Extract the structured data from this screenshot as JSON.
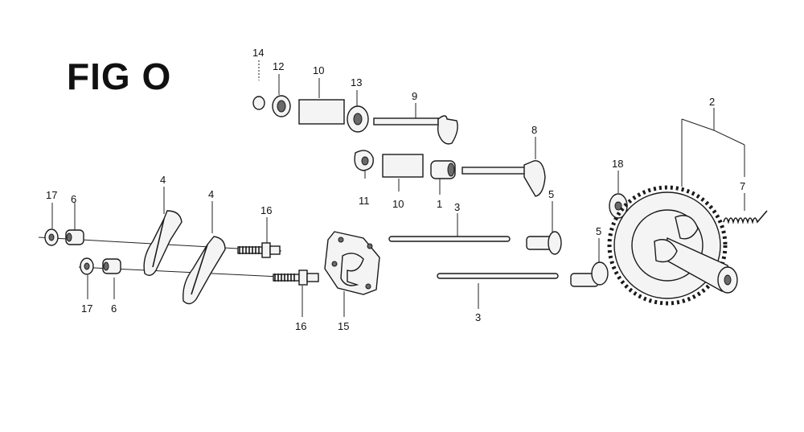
{
  "figure": {
    "title": "FIG O"
  },
  "callouts": [
    {
      "id": "c-14a",
      "text": "14"
    },
    {
      "id": "c-12",
      "text": "12"
    },
    {
      "id": "c-10a",
      "text": "10"
    },
    {
      "id": "c-13",
      "text": "13"
    },
    {
      "id": "c-9",
      "text": "9"
    },
    {
      "id": "c-8",
      "text": "8"
    },
    {
      "id": "c-11",
      "text": "11"
    },
    {
      "id": "c-10b",
      "text": "10"
    },
    {
      "id": "c-1",
      "text": "1"
    },
    {
      "id": "c-2",
      "text": "2"
    },
    {
      "id": "c-7",
      "text": "7"
    },
    {
      "id": "c-18",
      "text": "18"
    },
    {
      "id": "c-17a",
      "text": "17"
    },
    {
      "id": "c-6a",
      "text": "6"
    },
    {
      "id": "c-4a",
      "text": "4"
    },
    {
      "id": "c-4b",
      "text": "4"
    },
    {
      "id": "c-16a",
      "text": "16"
    },
    {
      "id": "c-3a",
      "text": "3"
    },
    {
      "id": "c-5a",
      "text": "5"
    },
    {
      "id": "c-5b",
      "text": "5"
    },
    {
      "id": "c-17b",
      "text": "17"
    },
    {
      "id": "c-6b",
      "text": "6"
    },
    {
      "id": "c-16b",
      "text": "16"
    },
    {
      "id": "c-15",
      "text": "15"
    },
    {
      "id": "c-3b",
      "text": "3"
    }
  ]
}
